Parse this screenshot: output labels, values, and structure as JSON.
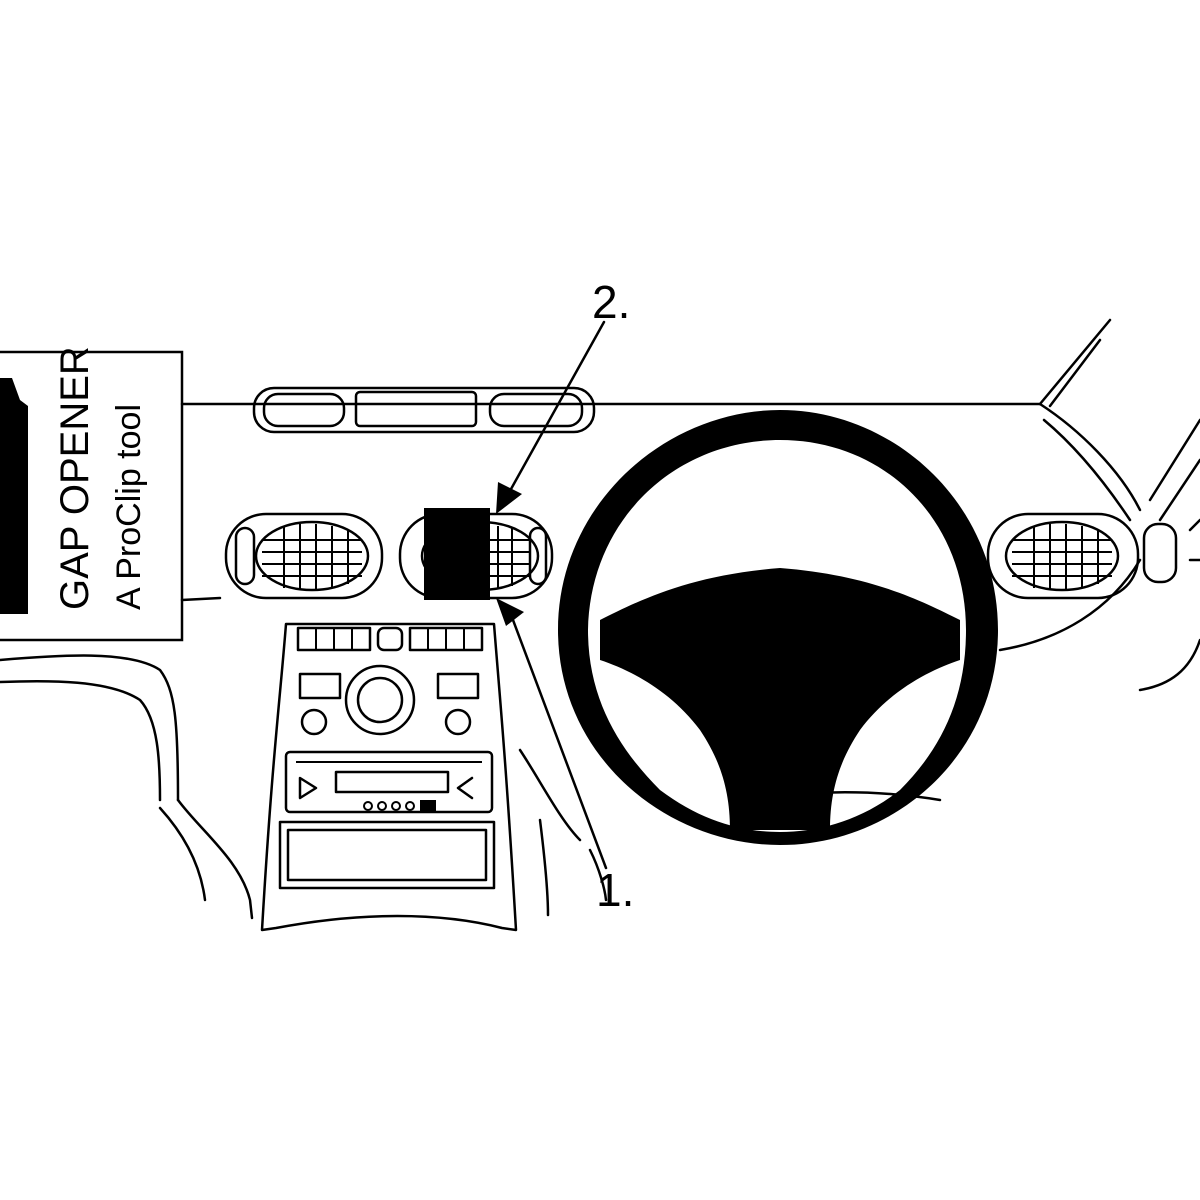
{
  "tool_panel": {
    "title": "GAP OPENER",
    "subtitle": "A ProClip tool"
  },
  "callouts": [
    {
      "label": "2."
    },
    {
      "label": "1."
    }
  ]
}
